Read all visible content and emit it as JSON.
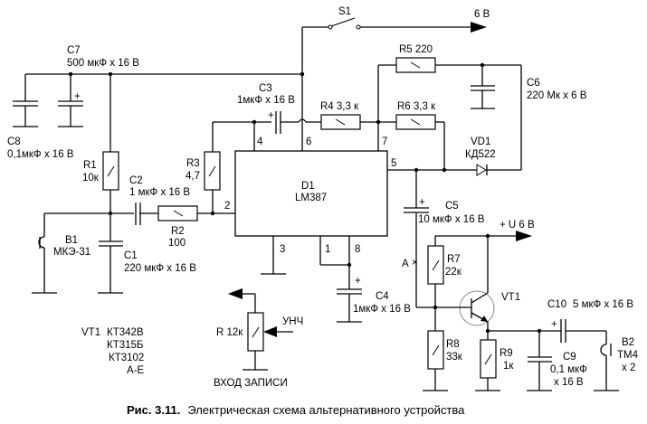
{
  "caption": {
    "prefix": "Рис. 3.11.",
    "text": "Электрическая схема альтернативного устройства"
  },
  "supply": {
    "top_label": "6 В",
    "transistor_label": "+ U 6 В"
  },
  "switch": {
    "ref": "S1"
  },
  "ic": {
    "ref": "D1",
    "part": "LM387",
    "pins": {
      "p1": "1",
      "p2": "2",
      "p3": "3",
      "p4": "4",
      "p5": "5",
      "p6": "6",
      "p7": "7",
      "p8": "8"
    }
  },
  "components": {
    "C1": {
      "ref": "C1",
      "value": "220 мкФ x 16 В"
    },
    "C2": {
      "ref": "C2",
      "value": "1 мкФ x 16 В"
    },
    "C3": {
      "ref": "C3",
      "value": "1мкФ x 16 В"
    },
    "C4": {
      "ref": "C4",
      "value": "1мкФ x 16 В"
    },
    "C5": {
      "ref": "C5",
      "value": "10 мкФ x 16 В"
    },
    "C6": {
      "ref": "C6",
      "value": "220 Мк x 6 В"
    },
    "C7": {
      "ref": "C7",
      "value": "500 мкФ x 16 В"
    },
    "C8": {
      "ref": "C8",
      "value": "0,1мкФ x 16 В"
    },
    "C9": {
      "ref": "C9",
      "value1": "0,1 мкФ",
      "value2": "x 16 В"
    },
    "C10": {
      "ref": "C10",
      "value": "5 мкФ x 16 В"
    },
    "R1": {
      "ref": "R1",
      "value": "10к"
    },
    "R2": {
      "ref": "R2",
      "value": "100"
    },
    "R3": {
      "ref": "R3",
      "value": "4,7"
    },
    "R4": {
      "label": "R4 3,3 к"
    },
    "R5": {
      "label": "R5 220"
    },
    "R6": {
      "label": "R6 3,3 к"
    },
    "R7": {
      "ref": "R7",
      "value": "22к"
    },
    "R8": {
      "ref": "R8",
      "value": "33к"
    },
    "R9": {
      "ref": "R9",
      "value": "1к"
    },
    "R": {
      "label": "R 12к"
    },
    "VD1": {
      "ref": "VD1",
      "part": "КД522"
    },
    "VT1": {
      "ref": "VT1"
    },
    "B1": {
      "ref": "B1",
      "part": "МКЭ-31"
    },
    "B2": {
      "ref": "B2",
      "part": "ТМ4",
      "qty": "x 2"
    }
  },
  "point_a": "A",
  "point_a_mark": "×",
  "unch_label": "УНЧ",
  "rec_input_label": "ВХОД  ЗАПИСИ",
  "plus_sign": "+",
  "transistor_options": {
    "title": "VT1",
    "parts": [
      "КТ342В",
      "КТ315Б",
      "КТ3102",
      "А-Е"
    ]
  }
}
